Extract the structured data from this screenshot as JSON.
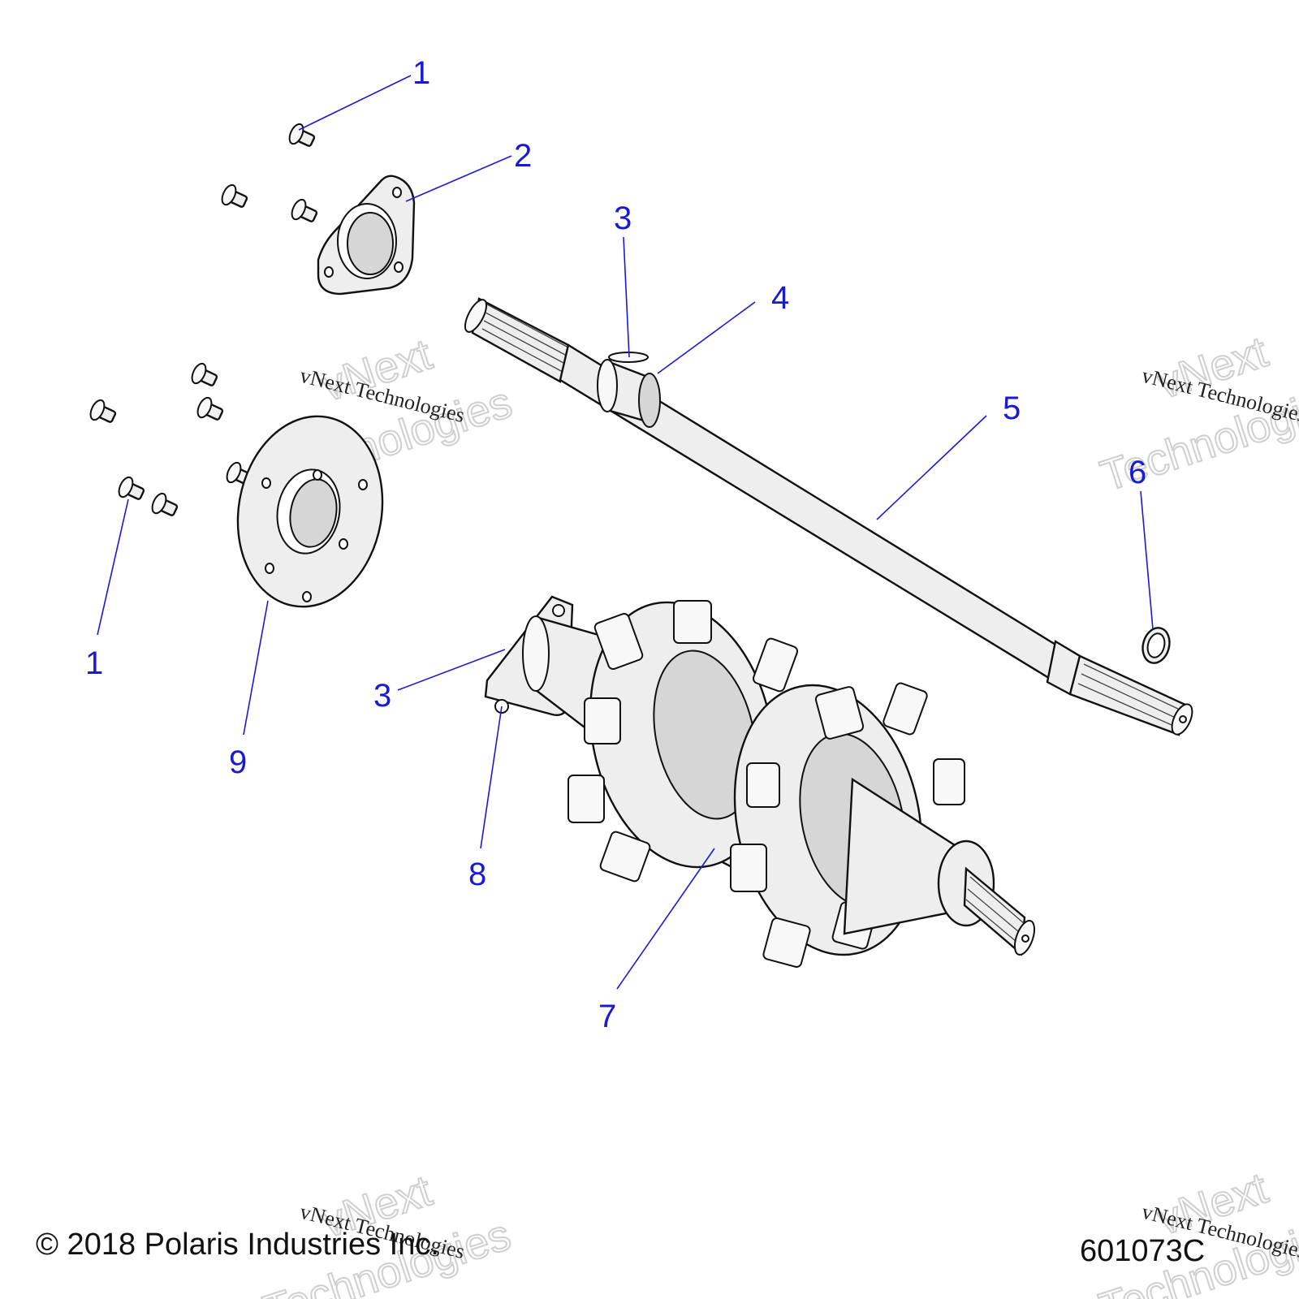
{
  "callouts": [
    {
      "id": "c1a",
      "label": "1"
    },
    {
      "id": "c2",
      "label": "2"
    },
    {
      "id": "c3a",
      "label": "3"
    },
    {
      "id": "c4",
      "label": "4"
    },
    {
      "id": "c5",
      "label": "5"
    },
    {
      "id": "c6",
      "label": "6"
    },
    {
      "id": "c1b",
      "label": "1"
    },
    {
      "id": "c3b",
      "label": "3"
    },
    {
      "id": "c9",
      "label": "9"
    },
    {
      "id": "c8",
      "label": "8"
    },
    {
      "id": "c7",
      "label": "7"
    }
  ],
  "footer": {
    "copyright": "© 2018 Polaris Industries Inc.",
    "figure_number": "601073C"
  },
  "watermark": {
    "small_text": "vNext Technologies",
    "big_line1": "vNext",
    "big_line2": "Technologies"
  },
  "colors": {
    "callout": "#1a1ad6",
    "outline": "#111111",
    "fill": "#eeeeee"
  }
}
